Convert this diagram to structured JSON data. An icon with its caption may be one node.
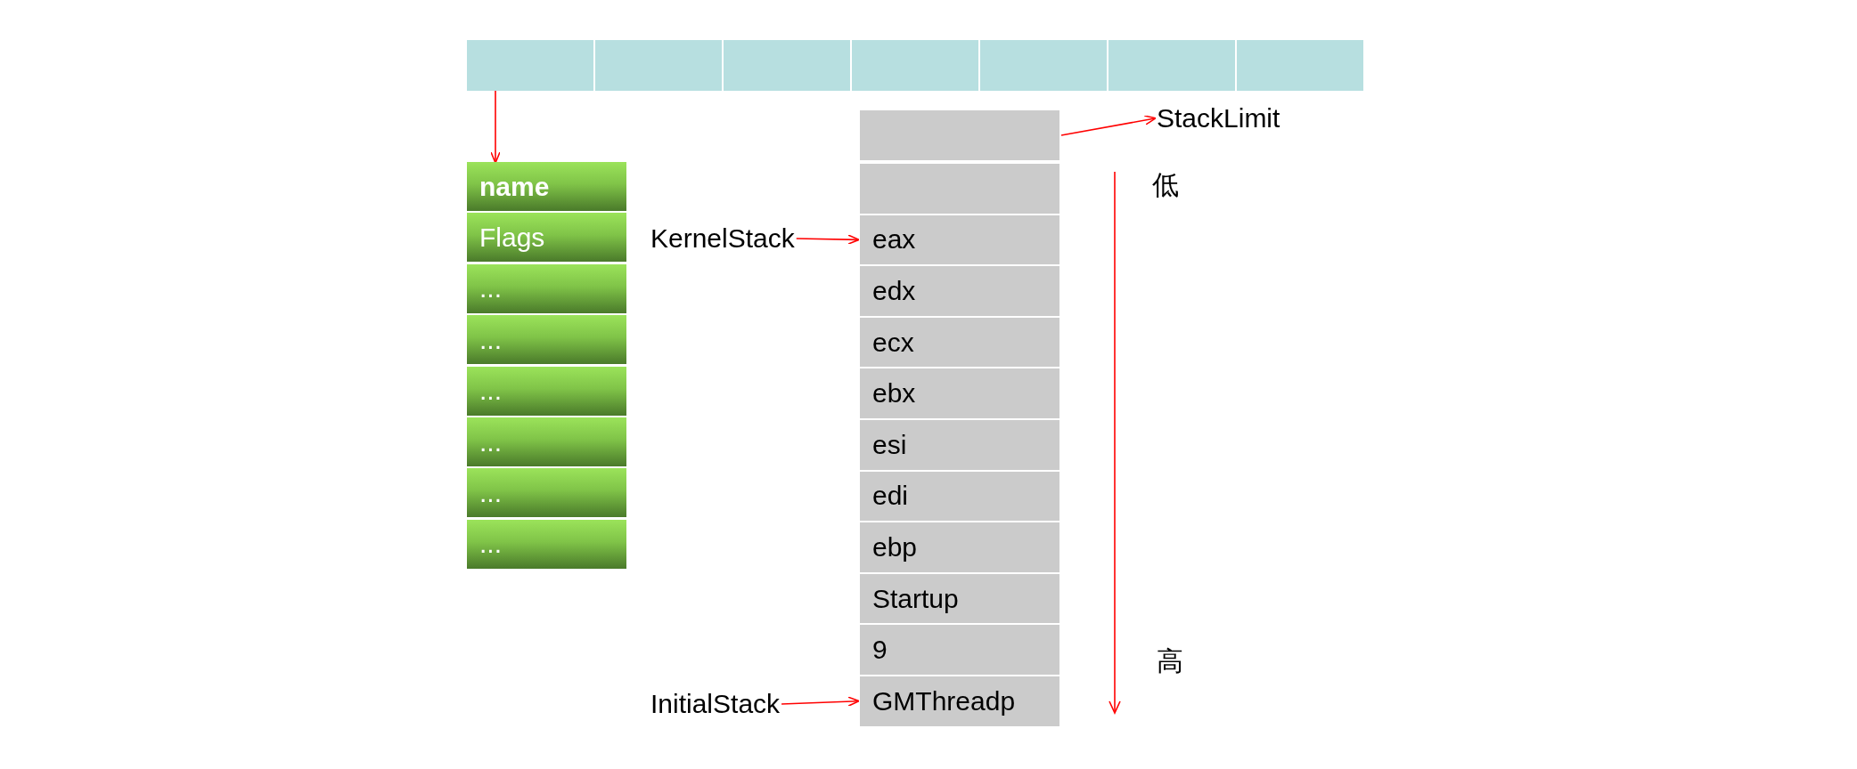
{
  "diagram": {
    "nodes": [
      {
        "text": [],
        "shape": "box"
      },
      {
        "text": [],
        "shape": "box"
      },
      {
        "text": [],
        "shape": "box"
      },
      {
        "text": [],
        "shape": "box"
      },
      {
        "text": [],
        "shape": "box"
      },
      {
        "text": [],
        "shape": "box"
      },
      {
        "text": [],
        "shape": "box"
      },
      {
        "text": [
          "name"
        ]
      },
      {
        "text": [
          "Flags"
        ]
      },
      {
        "text": [
          "..."
        ]
      },
      {
        "text": [
          "..."
        ]
      },
      {
        "text": [
          "..."
        ]
      },
      {
        "text": [
          "..."
        ]
      },
      {
        "text": [
          "..."
        ]
      },
      {
        "text": [
          "..."
        ]
      },
      {
        "text": [],
        "shape": "box"
      },
      {
        "text": [],
        "shape": "box"
      },
      {
        "text": [
          "eax"
        ]
      },
      {
        "text": [
          "edx"
        ]
      },
      {
        "text": [
          "ecx"
        ]
      },
      {
        "text": [
          "ebx"
        ]
      },
      {
        "text": [
          "esi"
        ]
      },
      {
        "text": [
          "edi"
        ]
      },
      {
        "text": [
          "ebp"
        ]
      },
      {
        "text": [
          "Startup"
        ]
      },
      {
        "text": [
          "9"
        ]
      },
      {
        "text": [
          "GMThreadp"
        ]
      },
      {
        "text": [
          "StackLimit"
        ]
      },
      {
        "text": [
          "KernelStack"
        ]
      },
      {
        "text": [
          "InitialStack"
        ]
      }
    ],
    "edges": [
      {
        "from": 0,
        "to": 7,
        "arrow": "to"
      },
      {
        "from": 15,
        "to": 27,
        "arrow": "to"
      },
      {
        "from": 28,
        "to": 17,
        "arrow": "to"
      },
      {
        "from": 29,
        "to": 26,
        "arrow": "to"
      }
    ],
    "labels": [
      "低",
      "高"
    ]
  }
}
